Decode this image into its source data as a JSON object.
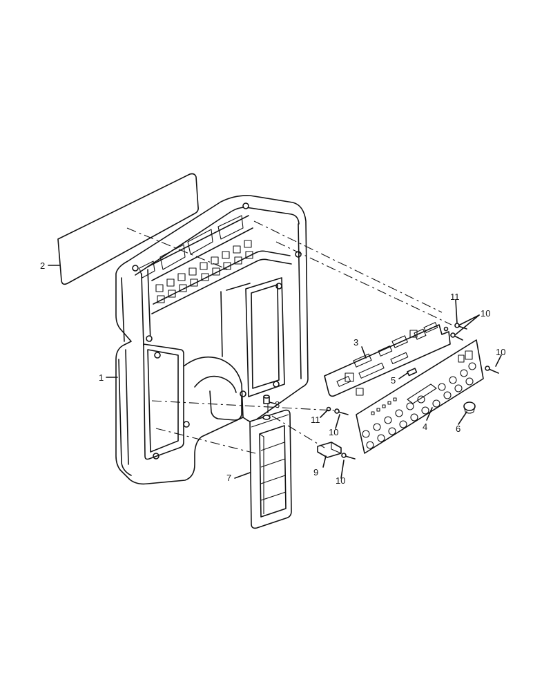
{
  "callouts": {
    "c1": "1",
    "c2": "2",
    "c3": "3",
    "c4": "4",
    "c5": "5",
    "c6": "6",
    "c7": "7",
    "c8": "8",
    "c9": "9",
    "c10a": "10",
    "c10b": "10",
    "c10c": "10",
    "c10d": "10",
    "c11a": "11",
    "c11b": "11"
  }
}
